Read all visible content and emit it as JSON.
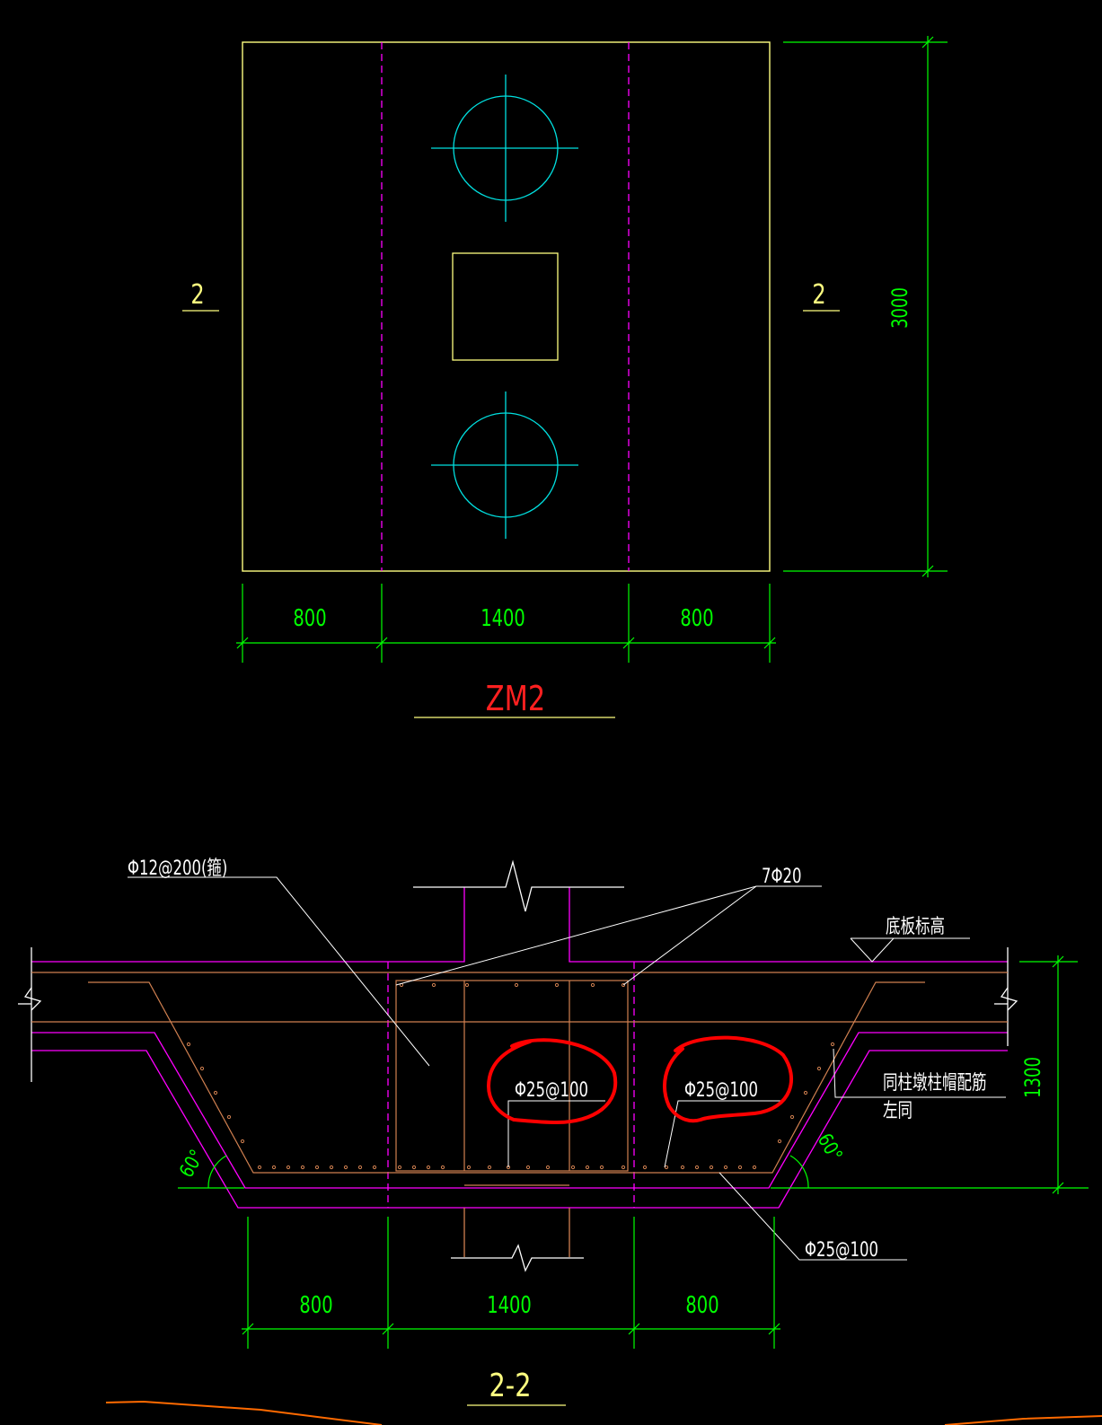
{
  "plan": {
    "section_mark_left": "2",
    "section_mark_right": "2",
    "dim_height": "3000",
    "dim_left": "800",
    "dim_mid": "1400",
    "dim_right": "800",
    "title": "ZM2"
  },
  "section": {
    "label_stirrup": "Φ12@200(箍)",
    "label_top_bars": "7Φ20",
    "label_elevation": "底板标高",
    "label_bar_mid": "Φ25@100",
    "label_bar_right": "Φ25@100",
    "label_same_line1": "同柱墩柱帽配筋",
    "label_same_line2": "左同",
    "label_bottom_bar": "Φ25@100",
    "angle_left": "60°",
    "angle_right": "60°",
    "dim_height": "1300",
    "dim_left": "800",
    "dim_mid": "1400",
    "dim_right": "800",
    "title": "2-2"
  },
  "colors": {
    "outline": "#ffff80",
    "dimension": "#00ff00",
    "centerline": "#ff00ff",
    "pile": "#00e0e0",
    "title": "#ff2020",
    "rebar": "#d08050",
    "leader": "#ffffff",
    "highlight": "#ff0000"
  }
}
